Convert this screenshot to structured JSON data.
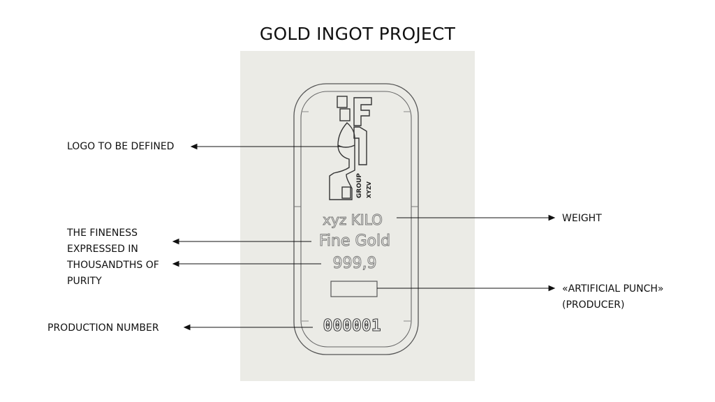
{
  "title": "GOLD INGOT PROJECT",
  "ingot": {
    "weight_text": "xyz KILO",
    "fine_text": "Fine Gold",
    "purity_text": "999,9",
    "serial_text": "000001",
    "logo_text_1": "GROUP",
    "logo_text_2": "XYZV"
  },
  "labels": {
    "logo": "LOGO TO BE DEFINED",
    "fineness_1": "THE FINENESS",
    "fineness_2": "EXPRESSED IN",
    "fineness_3": "THOUSANDTHS OF",
    "fineness_4": "PURITY",
    "production": "PRODUCTION NUMBER",
    "weight": "WEIGHT",
    "punch_1": "«ARTIFICIAL PUNCH»",
    "punch_2": "(PRODUCER)"
  }
}
